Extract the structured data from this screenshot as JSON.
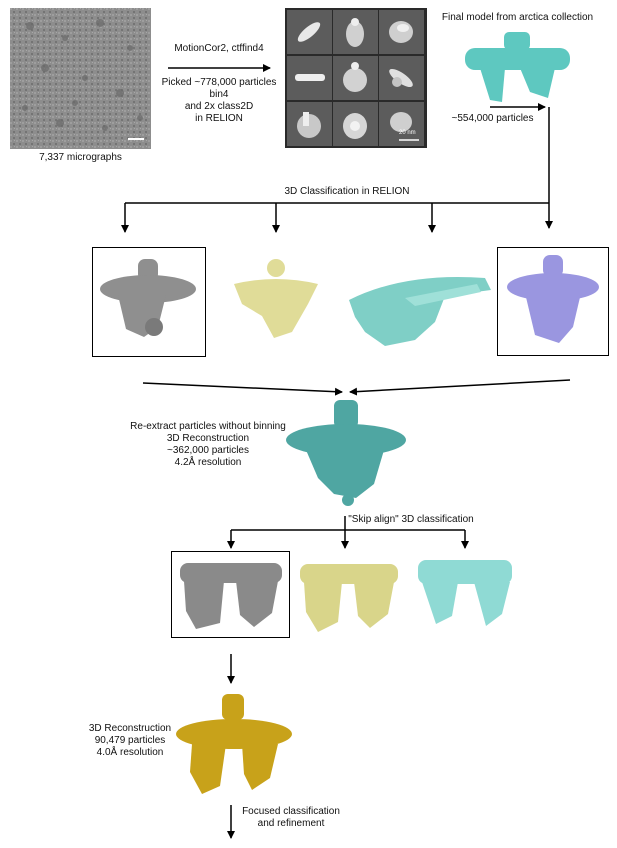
{
  "step1": {
    "micrographs_label": "7,337 micrographs",
    "processing_lines": [
      "MotionCor2, ctffind4",
      "Picked ~778,000 particles",
      "bin4",
      "and 2x class2D",
      "in RELION"
    ],
    "class2d_scalebar": "20 nm"
  },
  "reference": {
    "title": "Final model from arctica collection",
    "particles": "~554,000 particles"
  },
  "classification1": {
    "title": "3D Classification in RELION",
    "colors": {
      "gray": "#8f8f8f",
      "yellow": "#e0dc98",
      "cyan": "#7fcfc6",
      "purple": "#9a96e0"
    }
  },
  "reconstruction1": {
    "lines": [
      "Re-extract particles without binning",
      "3D Reconstruction",
      "~362,000 particles",
      "4.2Å resolution"
    ],
    "color": "#4fa6a2"
  },
  "classification2": {
    "title": "\"Skip align\" 3D classification",
    "colors": {
      "gray": "#8a8a8a",
      "yellow": "#d9d58a",
      "cyan": "#8fdad4"
    }
  },
  "reconstruction2": {
    "lines": [
      "3D Reconstruction",
      "90,479 particles",
      "4.0Å resolution"
    ],
    "color": "#c8a21a"
  },
  "final_step": {
    "lines": [
      "Focused classification",
      "and refinement"
    ]
  }
}
